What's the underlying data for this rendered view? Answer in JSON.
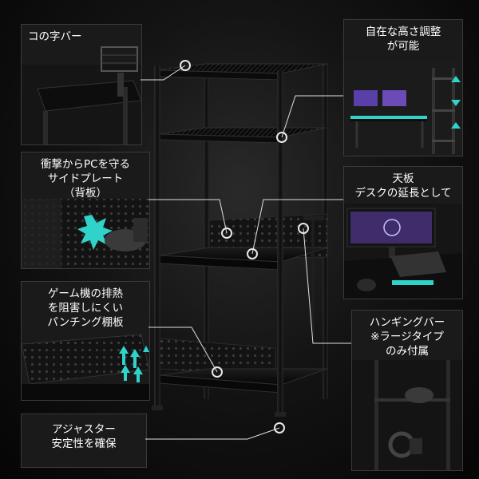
{
  "panels": {
    "u_bar": {
      "label": "コの字バー"
    },
    "height": {
      "label": "自在な高さ調整\nが可能"
    },
    "side_plate": {
      "label": "衝撃からPCを守る\nサイドプレート\n（背板）"
    },
    "top_board": {
      "label": "天板\nデスクの延長として"
    },
    "punching": {
      "label": "ゲーム機の排熱\nを阻害しにくい\nパンチング棚板"
    },
    "hanging": {
      "label": "ハンギングバー\n※ラージタイプ\nのみ付属"
    },
    "adjuster": {
      "label": "アジャスター\n安定性を確保"
    }
  },
  "colors": {
    "accent_cyan": "#2fd3c9",
    "line": "#e0e0e0",
    "panel_bg": "#1a1a1a",
    "rack_metal": "#0c0c0c"
  }
}
